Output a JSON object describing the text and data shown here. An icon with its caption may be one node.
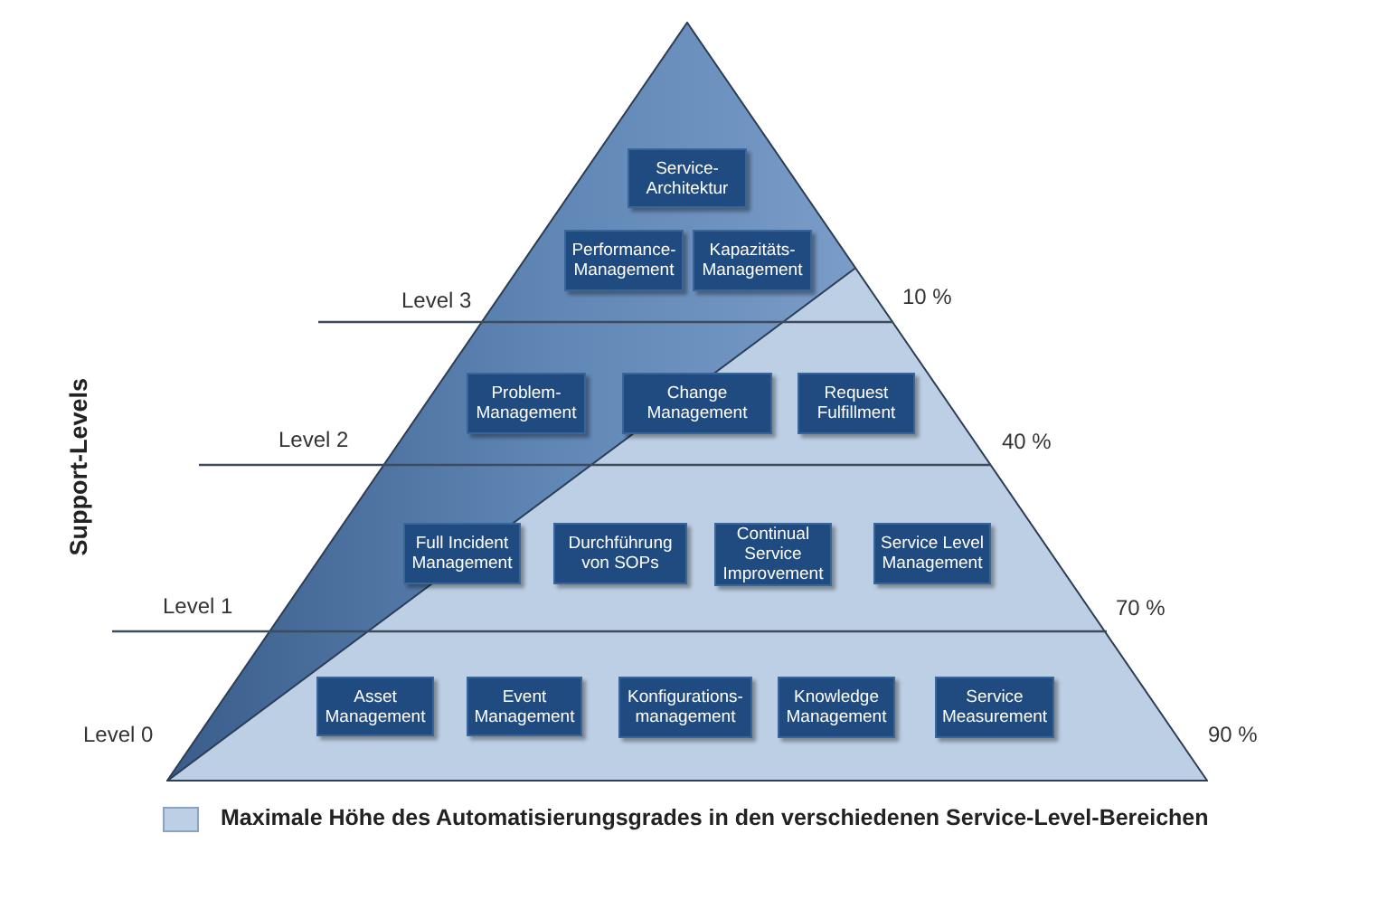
{
  "diagram": {
    "nodes": [
      {
        "text": [],
        "shape": "triangle"
      },
      {
        "text": [
          "Service-Architektur"
        ],
        "in": 0
      },
      {
        "text": [
          "Performance-Management"
        ],
        "in": 0
      },
      {
        "text": [
          "Kapazitäts-Management"
        ],
        "in": 0
      },
      {
        "text": [
          "Problem-Management"
        ],
        "in": 0
      },
      {
        "text": [
          "Change Management"
        ],
        "in": 0
      },
      {
        "text": [
          "Request Fulfillment"
        ],
        "in": 0
      },
      {
        "text": [
          "Full Incident Management"
        ],
        "in": 0
      },
      {
        "text": [
          "Durchführung von SOPs"
        ],
        "in": 0
      },
      {
        "text": [
          "Continual Service Improvement"
        ],
        "in": 0
      },
      {
        "text": [
          "Service Level Management"
        ],
        "in": 0
      },
      {
        "text": [
          "Asset Management"
        ],
        "in": 0
      },
      {
        "text": [
          "Event Management"
        ],
        "in": 0
      },
      {
        "text": [
          "Konfigurations-management"
        ],
        "in": 0
      },
      {
        "text": [
          "Knowledge Management"
        ],
        "in": 0
      },
      {
        "text": [
          "Service Measurement"
        ],
        "in": 0
      }
    ],
    "labels": [
      "Level 3",
      "10 %",
      "Level 2",
      "40 %",
      "Support-Levels",
      "Level 1",
      "70 %",
      "Level 0",
      "90 %"
    ],
    "legend": [
      {
        "text": "Maximale Höhe des Automatisierungsgrades in den verschiedenen Service-Level-Bereichen",
        "color": "#bccfe5"
      }
    ]
  }
}
